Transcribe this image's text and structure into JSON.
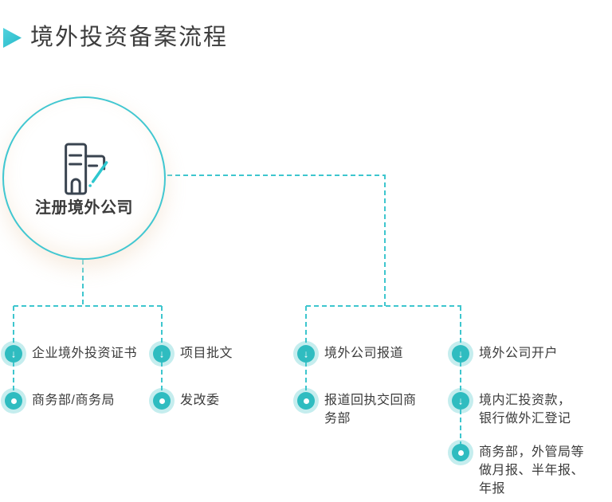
{
  "title": {
    "text": "境外投资备案流程",
    "marker_icon": "play-triangle-icon"
  },
  "root_node": {
    "label": "注册境外公司",
    "icon": "company-registration-building-pencil-icon"
  },
  "columns": [
    {
      "items": [
        {
          "icon": "arrow-down-icon",
          "label": "企业境外投资证书"
        },
        {
          "icon": "dot-icon",
          "label": "商务部/商务局"
        }
      ]
    },
    {
      "items": [
        {
          "icon": "arrow-down-icon",
          "label": "项目批文"
        },
        {
          "icon": "dot-icon",
          "label": "发改委"
        }
      ]
    },
    {
      "items": [
        {
          "icon": "arrow-down-icon",
          "label": "境外公司报道"
        },
        {
          "icon": "dot-icon",
          "label": "报道回执交回商务部"
        }
      ]
    },
    {
      "items": [
        {
          "icon": "arrow-down-icon",
          "label": "境外公司开户"
        },
        {
          "icon": "arrow-down-icon",
          "label": "境内汇投资款，银行做外汇登记"
        },
        {
          "icon": "dot-icon",
          "label": "商务部，外管局等做月报、半年报、年报"
        }
      ]
    }
  ],
  "colors": {
    "accent_teal": "#2fbcc0",
    "connector_teal": "#3ec6ce",
    "circle_border": "#41c7d1",
    "title_gradient_start": "#52d2de",
    "title_gradient_end": "#25bac9",
    "text_dark": "#3b3b3b",
    "background": "#ffffff"
  }
}
